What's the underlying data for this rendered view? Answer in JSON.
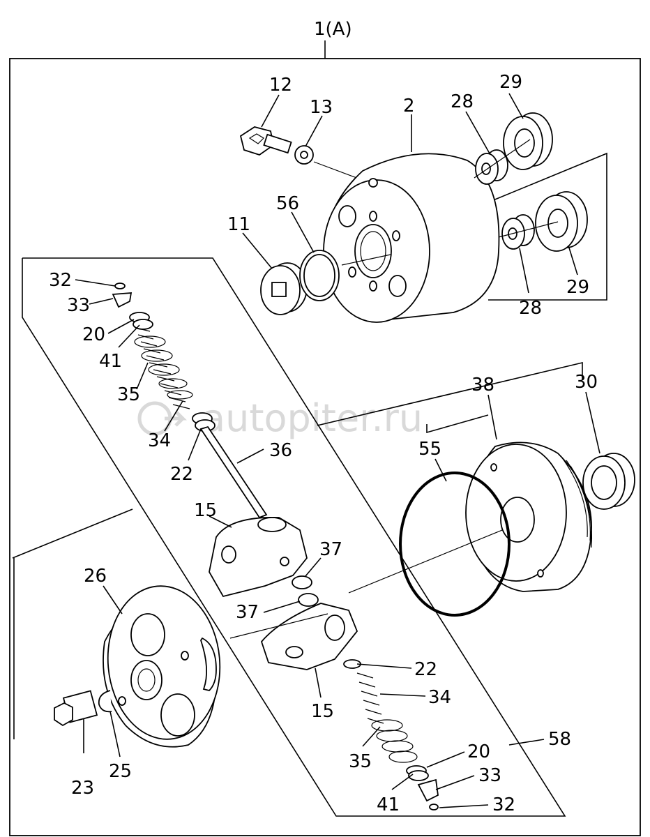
{
  "title": "1(A)",
  "watermark": "autopiter.ru",
  "callouts": {
    "c2": "2",
    "c11": "11",
    "c12": "12",
    "c13": "13",
    "c15a": "15",
    "c15b": "15",
    "c20a": "20",
    "c20b": "20",
    "c22a": "22",
    "c22b": "22",
    "c23": "23",
    "c25": "25",
    "c26": "26",
    "c28a": "28",
    "c28b": "28",
    "c29a": "29",
    "c29b": "29",
    "c30": "30",
    "c32a": "32",
    "c32b": "32",
    "c33a": "33",
    "c33b": "33",
    "c34a": "34",
    "c34b": "34",
    "c35a": "35",
    "c35b": "35",
    "c36": "36",
    "c37a": "37",
    "c37b": "37",
    "c38": "38",
    "c41a": "41",
    "c41b": "41",
    "c55": "55",
    "c56": "56",
    "c58": "58"
  }
}
